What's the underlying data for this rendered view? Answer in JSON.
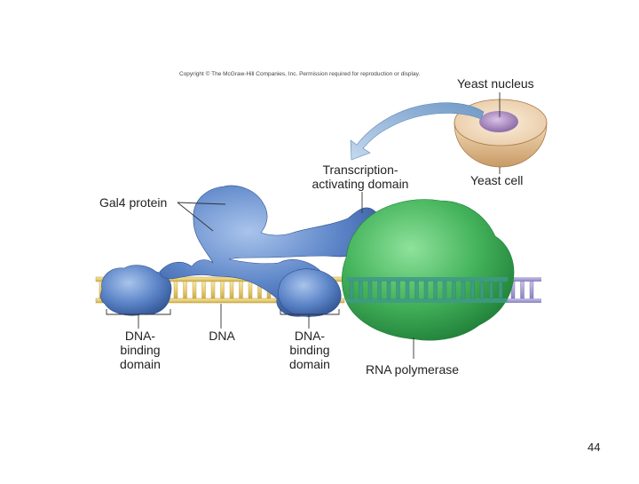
{
  "copyright": "Copyright © The McGraw-Hill Companies, Inc. Permission required for reproduction or display.",
  "labels": {
    "yeast_nucleus": "Yeast nucleus",
    "yeast_cell": "Yeast cell",
    "transcription_activating": [
      "Transcription-",
      "activating domain"
    ],
    "gal4_protein": "Gal4 protein",
    "dna_binding_left": [
      "DNA-",
      "binding",
      "domain"
    ],
    "dna": "DNA",
    "dna_binding_right": [
      "DNA-",
      "binding",
      "domain"
    ],
    "rna_polymerase": "RNA polymerase"
  },
  "page_number": "44",
  "colors": {
    "dna_yellow": "#e9cf74",
    "dna_purple": "#9d96cf",
    "dna_teal": "#3f9a86",
    "protein_blue": "#5b84c7",
    "polymerase_green": "#45b45c",
    "cell_tan": "#e6c79c",
    "nucleus_purple": "#a889bd",
    "arrow_blue": "#8fb3d6"
  }
}
